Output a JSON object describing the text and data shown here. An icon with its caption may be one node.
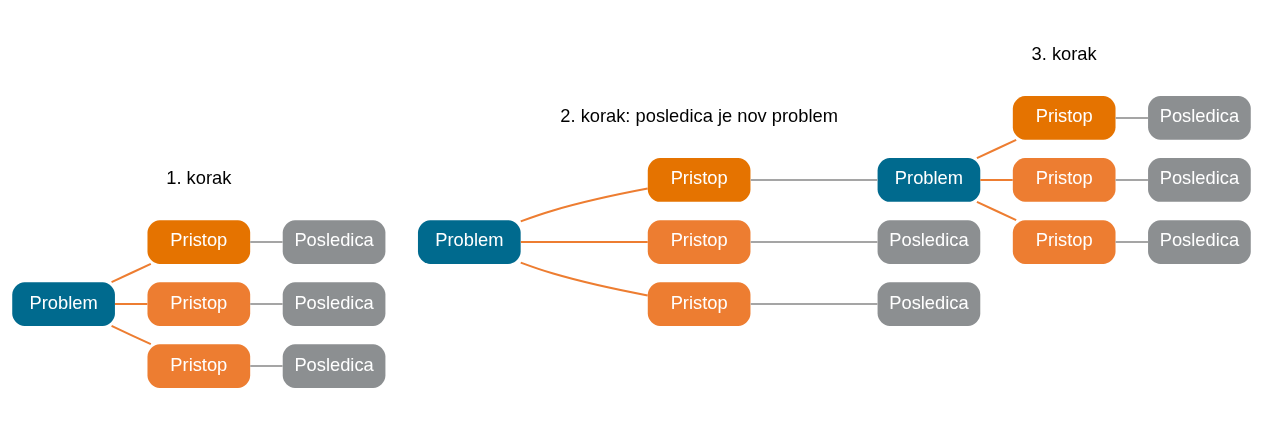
{
  "diagram": {
    "nodes": [
      {
        "text": [
          "Problem"
        ]
      },
      {
        "text": [
          "Pristop"
        ]
      },
      {
        "text": [
          "Pristop"
        ]
      },
      {
        "text": [
          "Pristop"
        ]
      },
      {
        "text": [
          "Posledica"
        ]
      },
      {
        "text": [
          "Posledica"
        ]
      },
      {
        "text": [
          "Posledica"
        ]
      },
      {
        "text": [
          "Problem"
        ]
      },
      {
        "text": [
          "Pristop"
        ]
      },
      {
        "text": [
          "Pristop"
        ]
      },
      {
        "text": [
          "Pristop"
        ]
      },
      {
        "text": [
          "Problem"
        ]
      },
      {
        "text": [
          "Posledica"
        ]
      },
      {
        "text": [
          "Posledica"
        ]
      },
      {
        "text": [
          "Pristop"
        ]
      },
      {
        "text": [
          "Pristop"
        ]
      },
      {
        "text": [
          "Pristop"
        ]
      },
      {
        "text": [
          "Posledica"
        ]
      },
      {
        "text": [
          "Posledica"
        ]
      },
      {
        "text": [
          "Posledica"
        ]
      }
    ],
    "edges": [
      {
        "from": 0,
        "to": 1,
        "arrow": "none",
        "color": "#ed7d31"
      },
      {
        "from": 0,
        "to": 2,
        "arrow": "none",
        "color": "#ed7d31"
      },
      {
        "from": 0,
        "to": 3,
        "arrow": "none",
        "color": "#ed7d31"
      },
      {
        "from": 1,
        "to": 4,
        "arrow": "none",
        "color": "#a5a5a5"
      },
      {
        "from": 2,
        "to": 5,
        "arrow": "none",
        "color": "#a5a5a5"
      },
      {
        "from": 3,
        "to": 6,
        "arrow": "none",
        "color": "#a5a5a5"
      },
      {
        "from": 7,
        "to": 8,
        "arrow": "none",
        "color": "#ed7d31"
      },
      {
        "from": 7,
        "to": 9,
        "arrow": "none",
        "color": "#ed7d31"
      },
      {
        "from": 7,
        "to": 10,
        "arrow": "none",
        "color": "#ed7d31"
      },
      {
        "from": 8,
        "to": 11,
        "arrow": "none",
        "color": "#a5a5a5"
      },
      {
        "from": 9,
        "to": 12,
        "arrow": "none",
        "color": "#a5a5a5"
      },
      {
        "from": 10,
        "to": 13,
        "arrow": "none",
        "color": "#a5a5a5"
      },
      {
        "from": 11,
        "to": 14,
        "arrow": "none",
        "color": "#ed7d31"
      },
      {
        "from": 11,
        "to": 15,
        "arrow": "none",
        "color": "#ed7d31"
      },
      {
        "from": 11,
        "to": 16,
        "arrow": "none",
        "color": "#ed7d31"
      },
      {
        "from": 14,
        "to": 17,
        "arrow": "none",
        "color": "#a5a5a5"
      },
      {
        "from": 15,
        "to": 18,
        "arrow": "none",
        "color": "#a5a5a5"
      },
      {
        "from": 16,
        "to": 19,
        "arrow": "none",
        "color": "#a5a5a5"
      }
    ],
    "labels": [
      "2. korak: posledica je nov problem",
      "1. korak",
      "3. korak"
    ]
  }
}
